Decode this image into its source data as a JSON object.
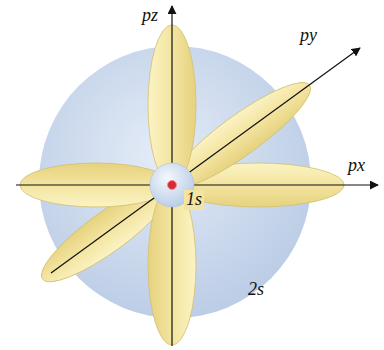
{
  "diagram": {
    "labels": [
      "pz",
      "py",
      "px",
      "1s",
      "2s"
    ]
  }
}
